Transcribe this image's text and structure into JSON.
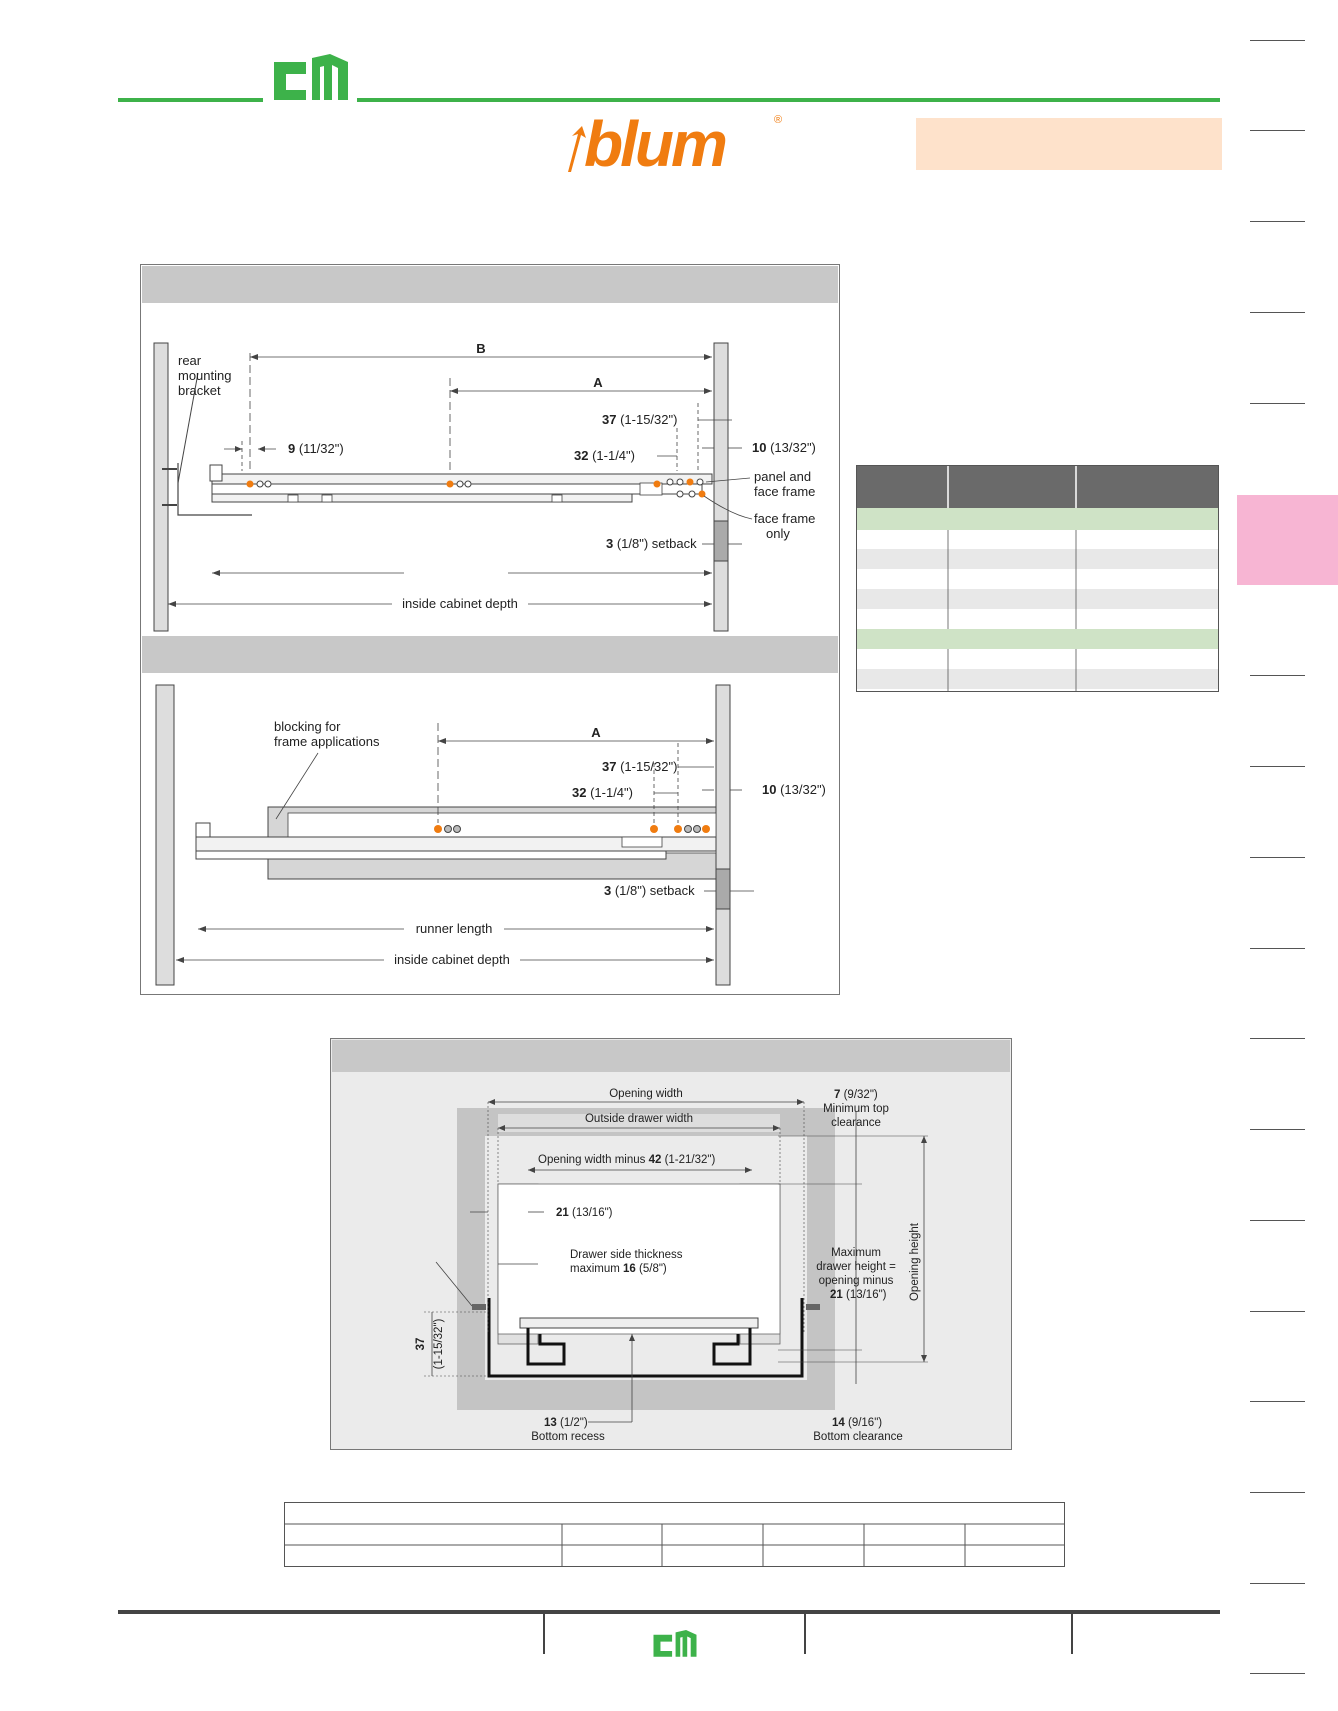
{
  "brand": {
    "logo_text": "blum",
    "company_mark": "CM",
    "accent_green": "#3db24a",
    "blum_orange": "#f07c10",
    "tab_pink": "#f7b5d3",
    "peach_box": "#fee2cb"
  },
  "diagram_top": {
    "rear_bracket_label": "rear\nmounting\nbracket",
    "dim_b": "B",
    "dim_a": "A",
    "dim_37_bold": "37",
    "dim_37_rest": " (1-15/32\")",
    "dim_9_bold": "9",
    "dim_9_rest": " (11/32\")",
    "dim_32_bold": "32",
    "dim_32_rest": " (1-1/4\")",
    "dim_10_bold": "10",
    "dim_10_rest": " (13/32\")",
    "panel_label": "panel and\nface frame",
    "face_frame_label": "face frame\nonly",
    "setback_bold": "3",
    "setback_rest": " (1/8\") setback",
    "depth_label": "inside cabinet depth"
  },
  "diagram_mid": {
    "blocking_label": "blocking for\nframe applications",
    "dim_a": "A",
    "dim_37_bold": "37",
    "dim_37_rest": " (1-15/32\")",
    "dim_32_bold": "32",
    "dim_32_rest": " (1-1/4\")",
    "dim_10_bold": "10",
    "dim_10_rest": " (13/32\")",
    "setback_bold": "3",
    "setback_rest": " (1/8\") setback",
    "runner_label": "runner length",
    "depth_label": "inside cabinet depth"
  },
  "diagram_section": {
    "opening_width": "Opening width",
    "outside_drawer_width": "Outside drawer width",
    "min_top_bold": "7",
    "min_top_rest": " (9/32\")",
    "min_top_l1": "Minimum top",
    "min_top_l2": "clearance",
    "opening_minus_pre": "Opening width minus ",
    "opening_minus_bold": "42",
    "opening_minus_rest": " (1-21/32\")",
    "dim_21_bold": "21",
    "dim_21_rest": " (13/16\")",
    "side_thickness_l1": "Drawer side thickness",
    "side_thickness_pre": "maximum ",
    "side_thickness_bold": "16",
    "side_thickness_rest": " (5/8\")",
    "max_height_l1": "Maximum",
    "max_height_l2": "drawer height =",
    "max_height_l3": "opening minus",
    "max_height_bold": "21",
    "max_height_rest": " (13/16\")",
    "opening_height": "Opening height",
    "dim_37_bold": "37",
    "dim_37_rest": "(1-15/32\")",
    "bottom_recess_bold": "13",
    "bottom_recess_rest": " (1/2\")",
    "bottom_recess_label": "Bottom recess",
    "bottom_clear_bold": "14",
    "bottom_clear_rest": " (9/16\")",
    "bottom_clear_label": "Bottom clearance"
  }
}
